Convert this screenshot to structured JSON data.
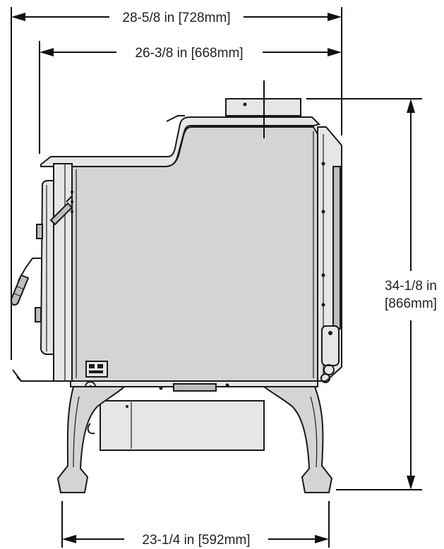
{
  "dimensions": {
    "overall_width": "28-5/8 in [728mm]",
    "body_width": "26-3/8 in [668mm]",
    "height_in": "34-1/8 in",
    "height_mm": "[866mm]",
    "leg_width": "23-1/4 in [592mm]"
  }
}
